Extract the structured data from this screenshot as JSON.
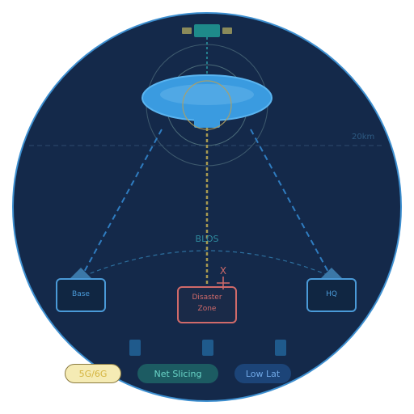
{
  "colors": {
    "background": "#14294a",
    "rim": "#3d8fd0",
    "satellite": "#1e8a8a",
    "solar_panel": "#8a8a5a",
    "platform": "#3a9be0",
    "link": "#3d8fd0",
    "bypass": "#b0a060",
    "disaster": "#d06a6a",
    "station": "#4a9ad8"
  },
  "range_label": "20km",
  "bvlos_label": "BLOS",
  "stations": {
    "left": {
      "label": "Base"
    },
    "right": {
      "label": "HQ"
    }
  },
  "disaster": {
    "line1": "Disaster",
    "line2": "Zone",
    "marker": "X"
  },
  "tags": [
    {
      "label": "5G/6G",
      "bg": "#fbf0b8",
      "color": "#e0c060"
    },
    {
      "label": "Net Slicing",
      "bg": "#1c5b62",
      "color": "#6ad6c8"
    },
    {
      "label": "Low Lat",
      "bg": "#1c4478",
      "color": "#70a8e6"
    }
  ]
}
